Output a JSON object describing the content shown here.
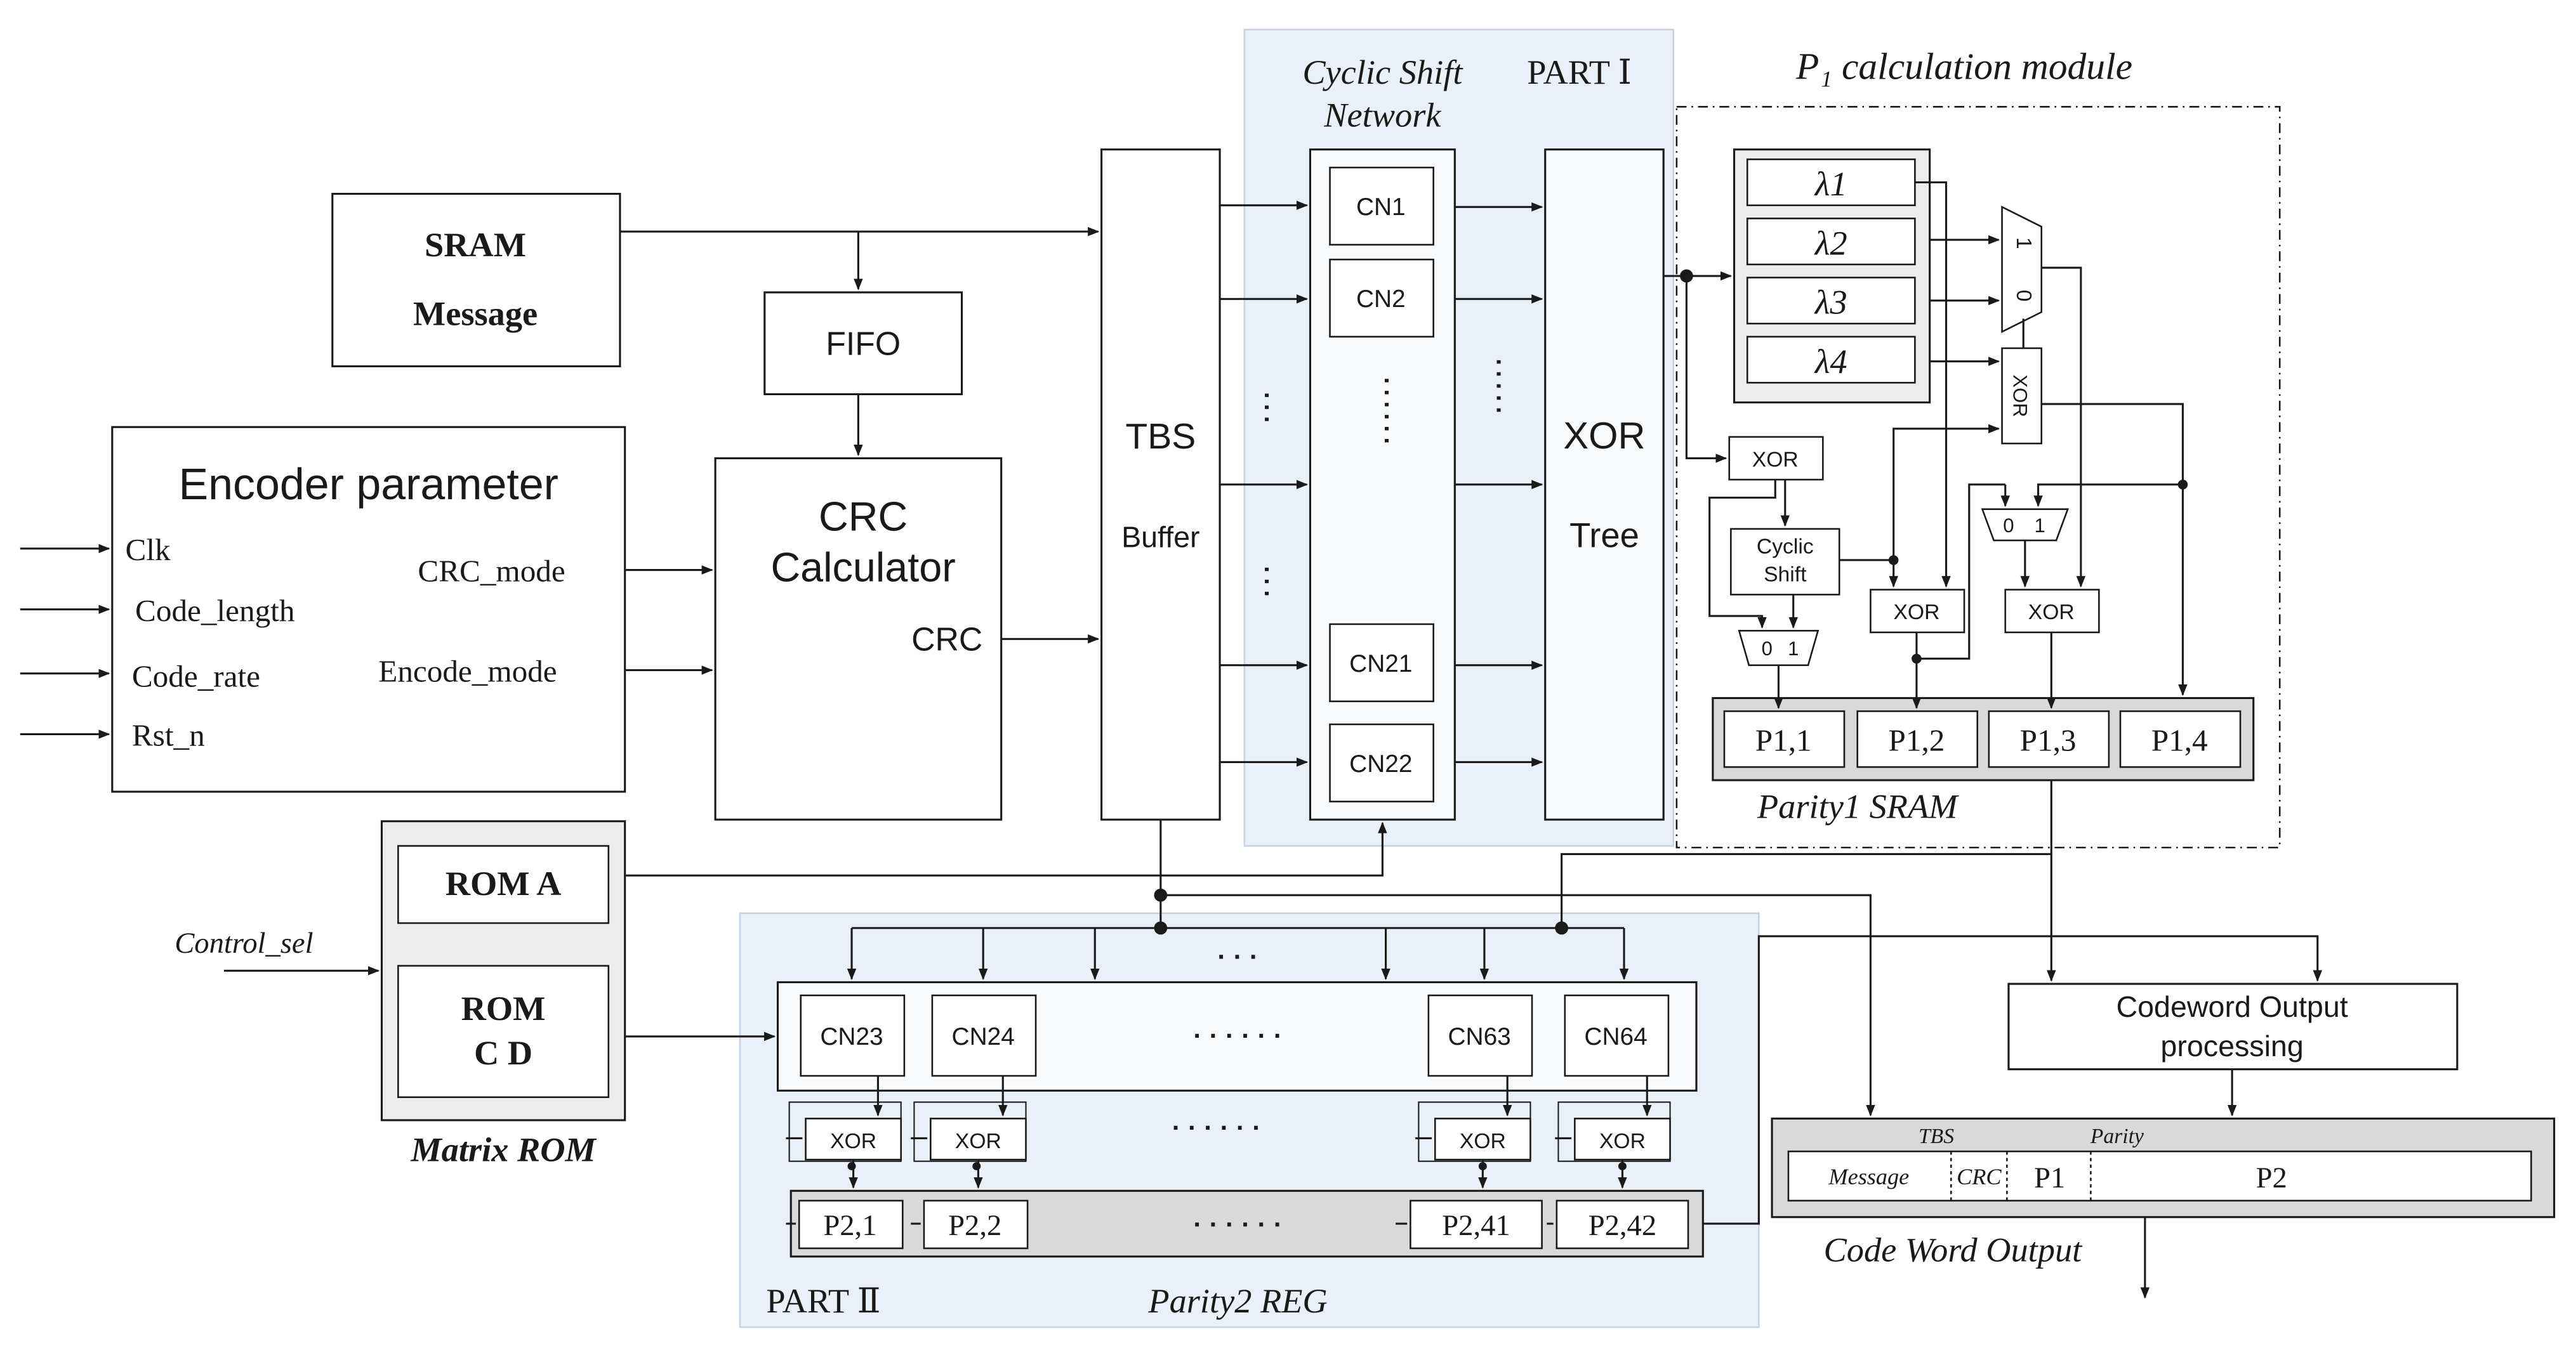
{
  "parts": {
    "part1": "PART Ⅰ",
    "part2": "PART Ⅱ"
  },
  "sram_message": {
    "line1": "SRAM",
    "line2": "Message"
  },
  "fifo": "FIFO",
  "encoder_parameter": {
    "title": "Encoder parameter",
    "inputs": [
      "Clk",
      "Code_length",
      "Code_rate",
      "Rst_n"
    ],
    "outputs": [
      "CRC_mode",
      "Encode_mode"
    ]
  },
  "crc_calculator": {
    "line1": "CRC",
    "line2": "Calculator",
    "output": "CRC"
  },
  "tbs_buffer": {
    "line1": "TBS",
    "line2": "Buffer"
  },
  "cyclic_shift_network": {
    "label1": "Cyclic Shift",
    "label2": "Network",
    "nodes": [
      "CN1",
      "CN2",
      "CN21",
      "CN22"
    ]
  },
  "xor_tree": {
    "line1": "XOR",
    "line2": "Tree"
  },
  "p1_module": {
    "title": "P₁ calculation module",
    "lambdas": [
      "λ1",
      "λ2",
      "λ3",
      "λ4"
    ],
    "mux_top": [
      "1",
      "0"
    ],
    "xor": "XOR",
    "cyclic_shift": [
      "Cyclic",
      "Shift"
    ],
    "mux_bottom": [
      "0",
      "1"
    ],
    "registers": [
      "P1,1",
      "P1,2",
      "P1,3",
      "P1,4"
    ],
    "sram_label": "Parity1 SRAM"
  },
  "matrix_rom": {
    "rom_a": "ROM  A",
    "rom_cd": [
      "ROM",
      "C D"
    ],
    "label": "Matrix ROM"
  },
  "control_sel": "Control_sel",
  "part2": {
    "ellipsis_top": "· · ·",
    "nodes": [
      "CN23",
      "CN24",
      "CN63",
      "CN64"
    ],
    "ellipsis": "· · · · · ·",
    "xor": "XOR",
    "registers": [
      "P2,1",
      "P2,2",
      "P2,41",
      "P2,42"
    ],
    "label": "Parity2 REG"
  },
  "codeword_output_processing": {
    "line1": "Codeword Output",
    "line2": "processing"
  },
  "code_word": {
    "tbs_label": "TBS",
    "parity_label": "Parity",
    "fields": [
      "Message",
      "CRC",
      "P1",
      "P2"
    ],
    "label": "Code Word Output"
  }
}
